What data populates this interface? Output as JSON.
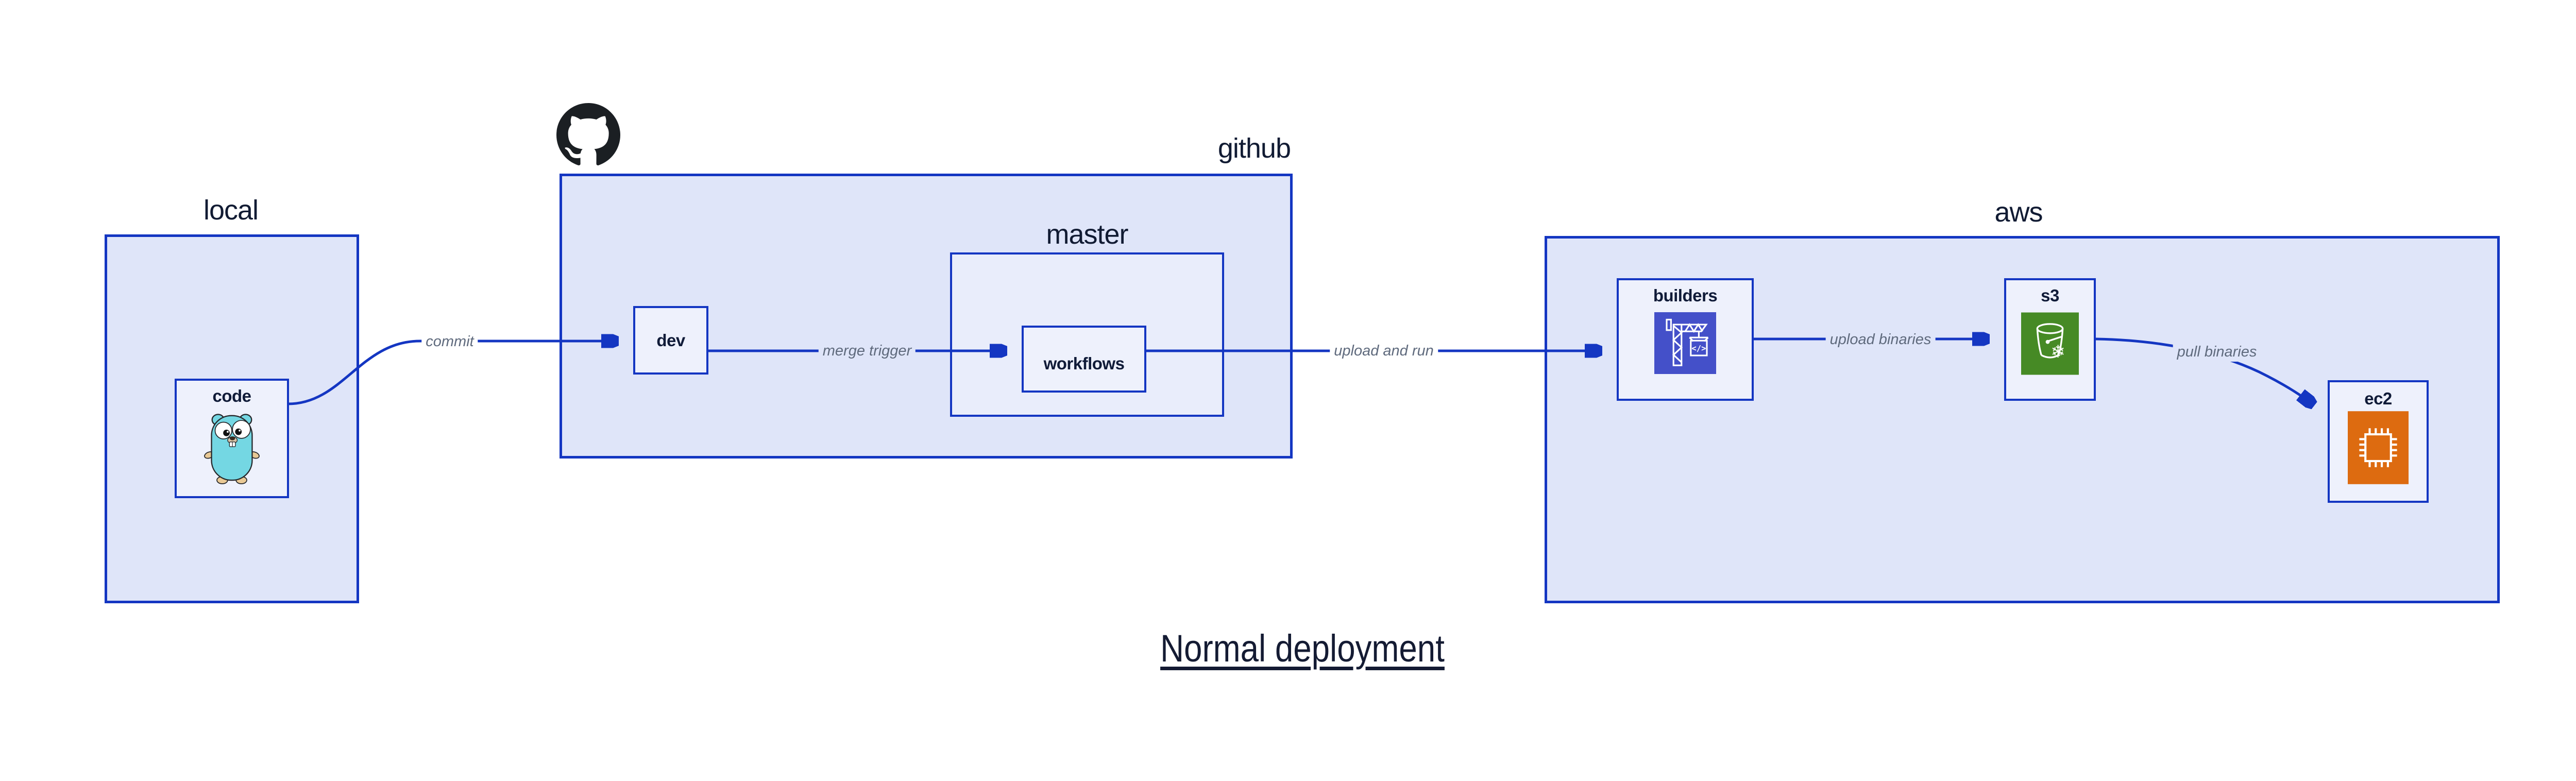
{
  "title": {
    "text": "Normal deployment"
  },
  "groups": {
    "local": {
      "label": "local"
    },
    "github": {
      "label": "github"
    },
    "master": {
      "label": "master"
    },
    "aws": {
      "label": "aws"
    }
  },
  "nodes": {
    "code": {
      "label": "code",
      "icon": "go-gopher-icon"
    },
    "dev": {
      "label": "dev"
    },
    "workflows": {
      "label": "workflows"
    },
    "builders": {
      "label": "builders",
      "icon": "codebuild-crane-icon",
      "icon_glyph": "</>"
    },
    "s3": {
      "label": "s3",
      "icon": "s3-bucket-snowflake-icon",
      "snowflake_glyph": "❄"
    },
    "ec2": {
      "label": "ec2",
      "icon": "ec2-chip-icon"
    }
  },
  "edges": {
    "commit": {
      "label": "commit"
    },
    "merge_trigger": {
      "label": "merge trigger"
    },
    "upload_and_run": {
      "label": "upload and run"
    },
    "upload_binaries": {
      "label": "upload binaries"
    },
    "pull_binaries": {
      "label": "pull binaries"
    }
  },
  "icons": {
    "github_mark": "github-octocat-icon"
  },
  "colors": {
    "line_blue": "#1436c2",
    "group_fill": "#dfe5f9",
    "master_fill": "#e9edfb",
    "node_fill": "#eef1fc",
    "text_navy": "#101b38",
    "edge_label_gray": "#5f6a7d",
    "github_black": "#1b1f23",
    "gopher_teal": "#74d7e3",
    "codebuild_indigo": "#4450c9",
    "s3_green": "#468a25",
    "ec2_orange": "#dd6b10"
  }
}
